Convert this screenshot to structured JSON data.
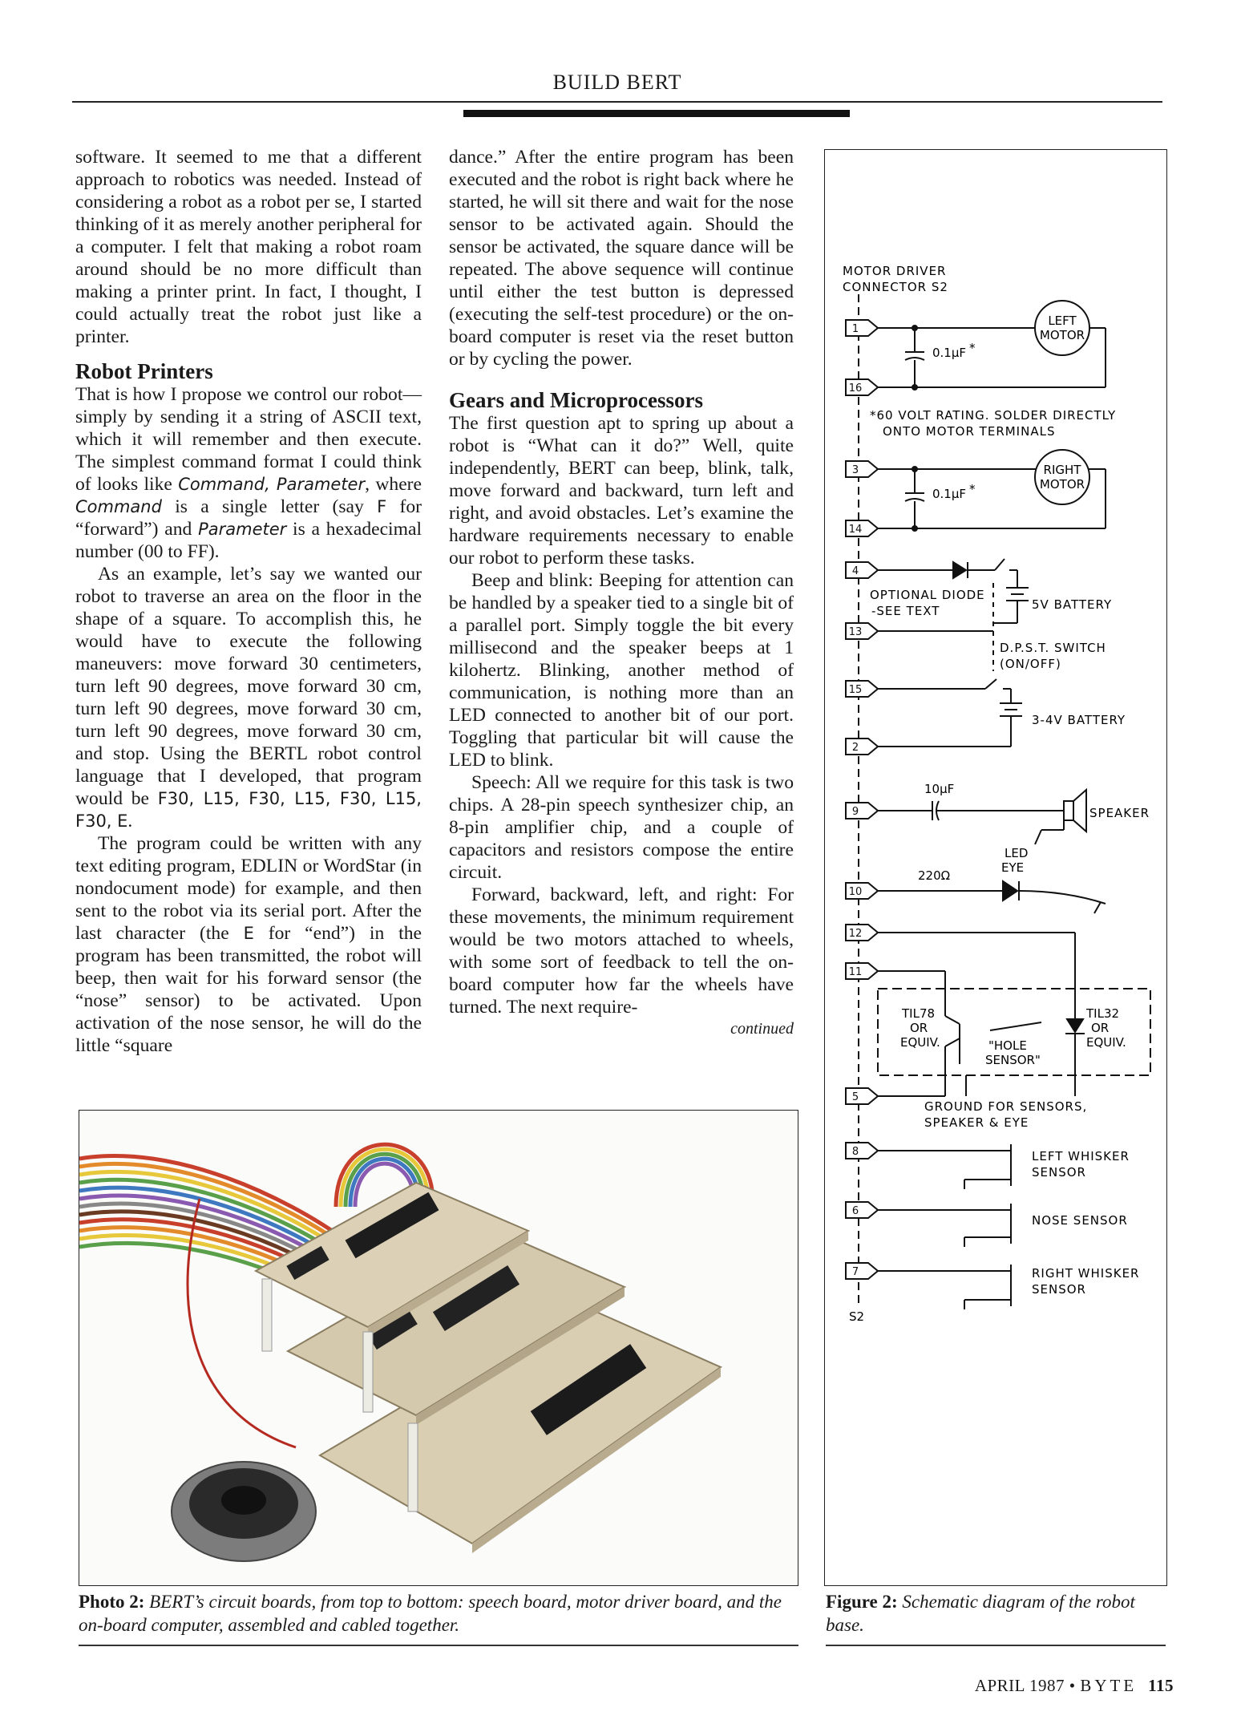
{
  "header": {
    "title": "BUILD BERT"
  },
  "col1": {
    "p1": "software. It seemed to me that a different approach to robotics was needed. Instead of considering a robot as a robot per se, I started thinking of it as merely another peripheral for a computer. I felt that making a robot roam around should be no more difficult than making a printer print. In fact, I thought, I could actually treat the robot just like a printer.",
    "h1": "Robot Printers",
    "p2a": "That is how I propose we control our robot—simply by sending it a string of ASCII text, which it will remember and then execute. The simplest command format I could think of looks like ",
    "p2_code1": "Command, Parameter",
    "p2b": ", where ",
    "p2_code2": "Command",
    "p2c": " is a single letter (say ",
    "p2_code3": "F",
    "p2d": " for “forward”) and ",
    "p2_code4": "Parameter",
    "p2e": " is a hexadecimal number (00 to FF).",
    "p3a": "As an example, let’s say we wanted our robot to traverse an area on the floor in the shape of a square. To accomplish this, he would have to execute the following maneuvers: move forward 30 centimeters, turn left 90 degrees, move forward 30 cm, turn left 90 degrees, move forward 30 cm, turn left 90 degrees, move forward 30 cm, and stop. Using the BERTL robot control language that I developed, that program would be ",
    "p3_code": "F30, L15, F30, L15, F30, L15, F30, E",
    "p3b": ".",
    "p4a": "The program could be written with any text editing program, EDLIN or WordStar (in nondocument mode) for example, and then sent to the robot via its serial port. After the last character (the ",
    "p4_code": "E",
    "p4b": " for “end”) in the program has been transmitted, the robot will beep, then wait for his forward sensor (the “nose” sensor) to be activated. Upon activation of the nose sensor, he will do the little “square"
  },
  "col2": {
    "p1": "dance.” After the entire program has been executed and the robot is right back where he started, he will sit there and wait for the nose sensor to be activated again. Should the sensor be activated, the square dance will be repeated. The above sequence will continue until either the test button is depressed (executing the self-test procedure) or the on-board computer is reset via the reset button or by cycling the power.",
    "h1": "Gears and Microprocessors",
    "p2": "The first question apt to spring up about a robot is “What can it do?” Well, quite independently, BERT can beep, blink, talk, move forward and backward, turn left and right, and avoid obstacles. Let’s examine the hardware requirements necessary to enable our robot to perform these tasks.",
    "p3": "Beep and blink: Beeping for attention can be handled by a speaker tied to a single bit of a parallel port. Simply toggle the bit every millisecond and the speaker beeps at 1 kilohertz. Blinking, another method of communication, is nothing more than an LED connected to another bit of our port. Toggling that particular bit will cause the LED to blink.",
    "p4": "Speech: All we require for this task is two chips. A 28-pin speech synthesizer chip, an 8-pin amplifier chip, and a couple of capacitors and resistors compose the entire circuit.",
    "p5": "Forward, backward, left, and right: For these movements, the minimum requirement would be two motors attached to wheels, with some sort of feedback to tell the on-board computer how far the wheels have turned. The next require-",
    "continued": "continued"
  },
  "photo": {
    "label": "Photo 2:",
    "caption": "BERT’s circuit boards, from top to bottom: speech board, motor driver board, and the on-board computer, assembled and cabled together."
  },
  "figure": {
    "label": "Figure 2:",
    "caption": "Schematic diagram of the robot base."
  },
  "schematic": {
    "title1": "MOTOR DRIVER",
    "title2": "CONNECTOR S2",
    "cap": "0.1μF",
    "star": "*",
    "left_motor1": "LEFT",
    "left_motor2": "MOTOR",
    "right_motor1": "RIGHT",
    "right_motor2": "MOTOR",
    "note1": "*60 VOLT RATING. SOLDER DIRECTLY",
    "note2": "ONTO MOTOR TERMINALS",
    "diode1": "OPTIONAL DIODE",
    "diode2": "-SEE TEXT",
    "bat5": "5V BATTERY",
    "switch1": "D.P.S.T. SWITCH",
    "switch2": "(ON/OFF)",
    "bat34": "3-4V BATTERY",
    "cap10": "10μF",
    "speaker": "SPEAKER",
    "led1": "LED",
    "led2": "EYE",
    "res": "220Ω",
    "til78a": "TIL78",
    "til78b": "OR",
    "til78c": "EQUIV.",
    "til32a": "TIL32",
    "til32b": "OR",
    "til32c": "EQUIV.",
    "hole1": "\"HOLE",
    "hole2": "SENSOR\"",
    "gnd1": "GROUND FOR SENSORS,",
    "gnd2": "SPEAKER & EYE",
    "lw1": "LEFT WHISKER",
    "lw2": "SENSOR",
    "nose": "NOSE SENSOR",
    "rw1": "RIGHT WHISKER",
    "rw2": "SENSOR",
    "s2": "S2",
    "pins": [
      "1",
      "16",
      "3",
      "14",
      "4",
      "13",
      "15",
      "2",
      "9",
      "10",
      "12",
      "11",
      "5",
      "8",
      "6",
      "7"
    ]
  },
  "footer": {
    "date": "APRIL 1987 •",
    "mag": "BYTE",
    "page": "115"
  }
}
